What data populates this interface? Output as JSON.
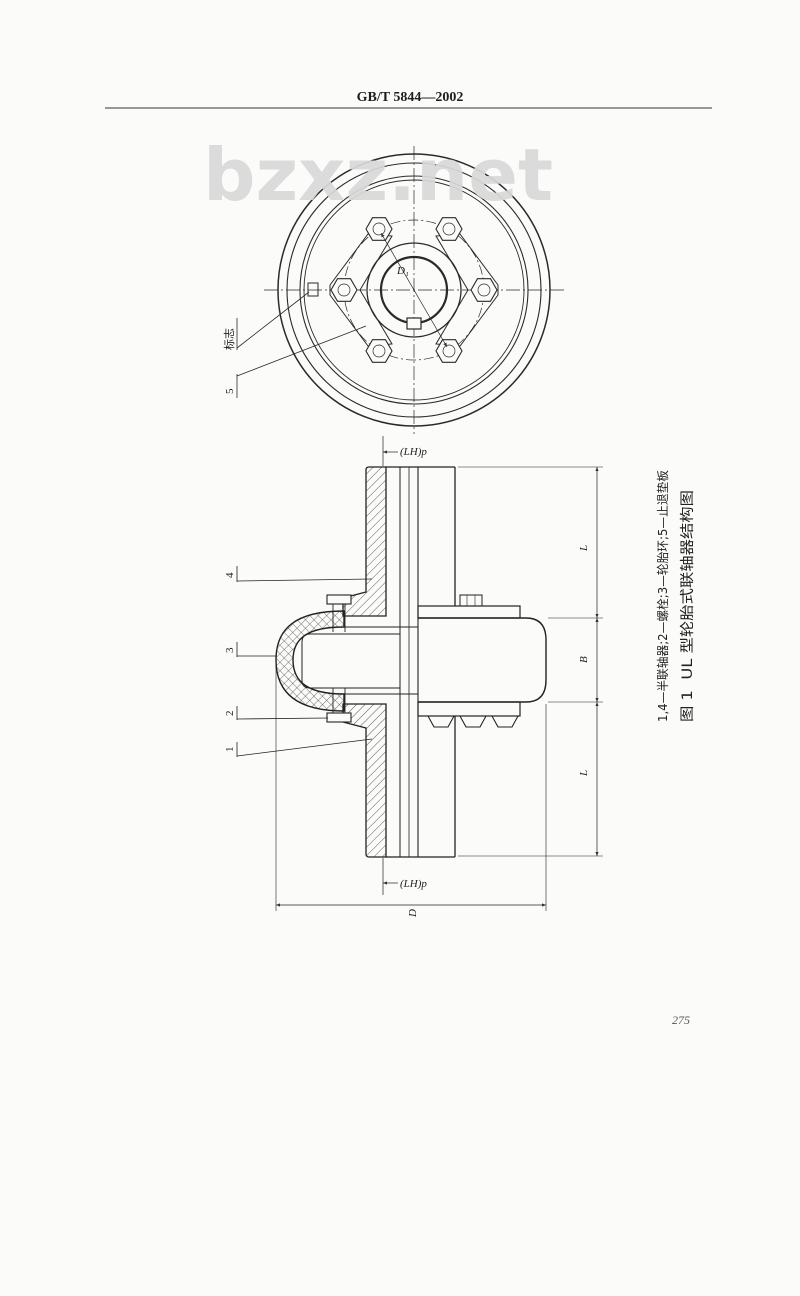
{
  "header": {
    "standard_number": "GB/T 5844—2002"
  },
  "watermark": "bzxz.net",
  "figure": {
    "top_view": {
      "bolt_circle_diameter_label": "D₁",
      "mark_label": "标志",
      "item5_label": "5"
    },
    "side_view": {
      "item4_label": "4",
      "item3_label": "3",
      "item2_label": "2",
      "item1_label": "1",
      "lead_top_label": "(LH)p",
      "lead_bottom_label": "(LH)p",
      "length_top_label": "L",
      "width_label": "B",
      "length_bottom_label": "L",
      "diameter_label": "D"
    },
    "legend": "1,4—半联轴器;2—螺栓;3—轮胎环;5—止退垫板",
    "caption": "图 1  UL 型轮胎式联轴器结构图"
  },
  "page_number": "275"
}
